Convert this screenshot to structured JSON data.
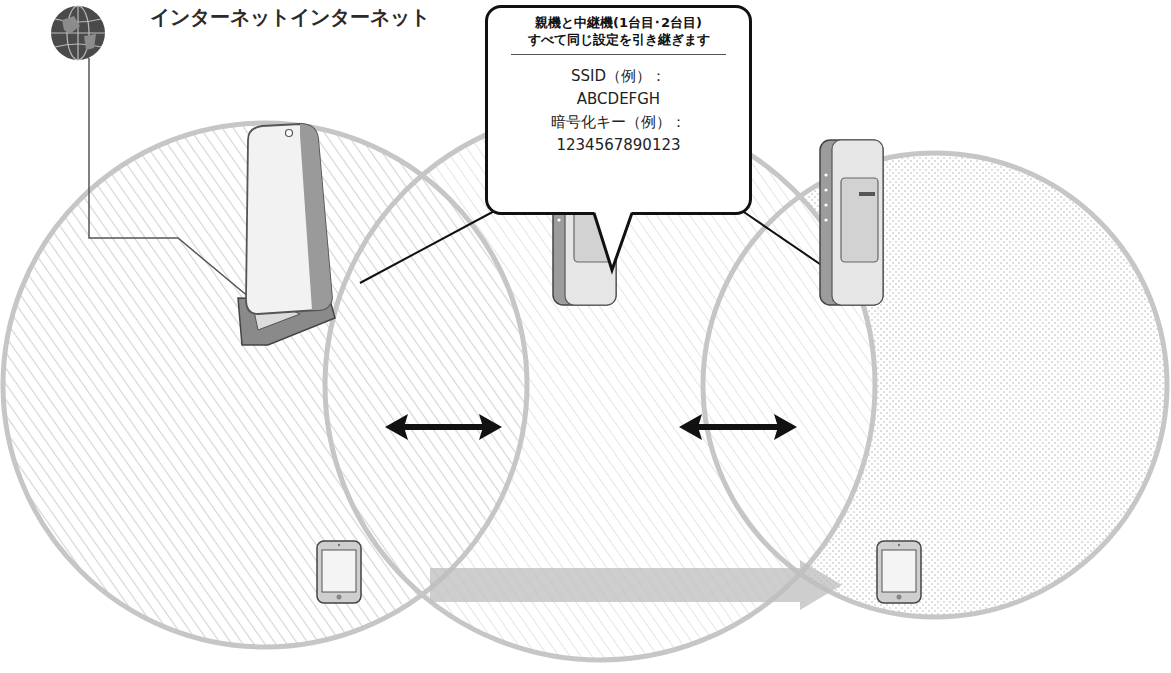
{
  "diagram": {
    "nodes": [
      {
        "text": [
          "親機と中継機(1台目･2台目) すべて同じ設定を引き継ぎます",
          "SSID（例）：",
          "ABCDEFGH",
          "暗号化キー（例）：",
          "1234567890123"
        ]
      }
    ],
    "labels": [
      "インターネットインターネット"
    ]
  }
}
